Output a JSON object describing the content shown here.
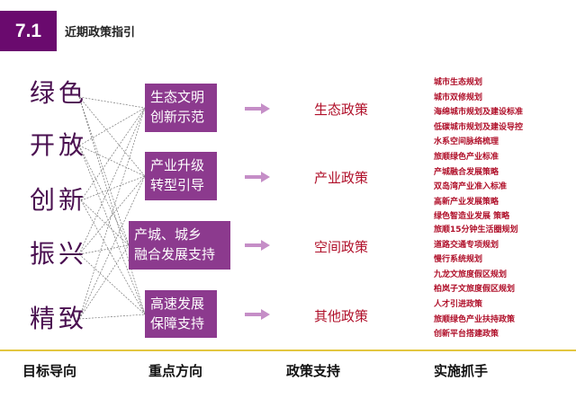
{
  "header": {
    "section": "7.1",
    "title": "近期政策指引"
  },
  "goals": [
    "绿色",
    "开放",
    "创新",
    "振兴",
    "精致"
  ],
  "focus": [
    [
      "生态文明",
      "创新示范"
    ],
    [
      "产业升级",
      "转型引导"
    ],
    [
      "产城、城乡",
      "融合发展支持"
    ],
    [
      "高速发展",
      "保障支持"
    ]
  ],
  "policies": [
    "生态政策",
    "产业政策",
    "空间政策",
    "其他政策"
  ],
  "actions": [
    [
      "城市生态规划",
      "城市双修规划",
      "海绵城市规划及建设标准",
      "低碳城市规划及建设导控",
      "水系空间脉络梳理"
    ],
    [
      "旅顺绿色产业标准",
      "产城融合发展策略",
      "双岛湾产业准入标准",
      "高新产业发展策略",
      "绿色智造业发展 策略"
    ],
    [
      "旅顺15分钟生活圈规划",
      "道路交通专项规划",
      "慢行系统规划",
      "九龙文旅度假区规划",
      "柏岚子文旅度假区规划"
    ],
    [
      "人才引进政策",
      "旅顺绿色产业扶持政策",
      "创新平台搭建政策"
    ]
  ],
  "footer": [
    "目标导向",
    "重点方向",
    "政策支持",
    "实施抓手"
  ],
  "colors": {
    "badge": "#6a0a6e",
    "box": "#8c3a8e",
    "policy": "#b0102a",
    "divider": "#e3c640"
  }
}
